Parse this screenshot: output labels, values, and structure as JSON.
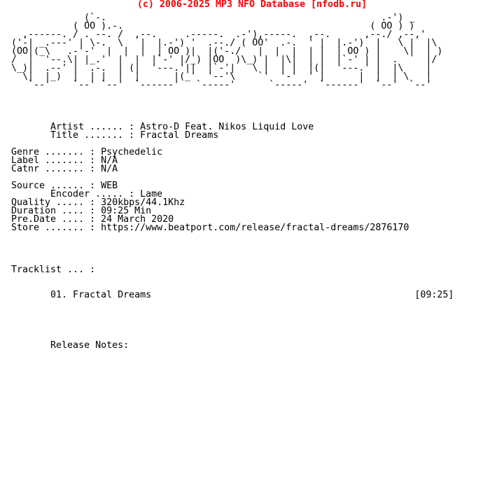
{
  "header": {
    "text": "(c) 2006-2025 MP3 NFO Database [nfodb.ru]",
    "color": "#ff0000"
  },
  "nfo_lines": [
    "             (`-.                                                 .-') _",
    "           ( OO ).-.                                            ( OO ) )",
    "  ,------. / . --. /  ,--.     .-----.  .-'),-----.  ,--.      ,--./ ,--,'",
    "('-| _.---' | \\-.  \\   |  |.-') '  .--./ ( OO'  .-.  ' |  |.-')  |   \\ |  |\\",
    "(OO|(_\\   .-'-'  |  |  |  | OO )|  |('-./   |  |  |  | |  | OO ) |    \\|  | )",
    "/  |  '--.\\| |_.'  |  |  |`-' |/_) |OO  )\\_) |  |\\|  | |  |`-' | |  .     |/",
    "\\_)|  .--' |  .-.  | (|  '---.'||  |`-'|   \\ |  | |  |(|  '---.' |  |\\    |",
    "  \\|  |_)  |  | |  |  |      |(_'  '--'\\    `'  '-'  ' |      |  |  | \\   |",
    "   `--'    `--' `--'  `------'   `-----'      `-----'  `------'  `--'  `--'",
    "",
    "",
    "",
    "",
    "       Artist ...... : Astro-D Feat. Nikos Liquid Love",
    "       Title ....... : Fractal Dreams",
    "",
    "Genre ....... : Psychedelic",
    "Label ....... : N/A",
    "Catnr ....... : N/A",
    "",
    "Source ...... : WEB",
    "       Encoder ..... : Lame",
    "Quality ..... : 320kbps/44.1Khz",
    "Duration .... : 09:25 Min",
    "Pre.Date .... : 24 March 2020",
    "Store ....... : https://www.beatport.com/release/fractal-dreams/2876170",
    "",
    "",
    "",
    "",
    "Tracklist ... :",
    "",
    "",
    "       01. Fractal Dreams                                               [09:25]",
    "",
    "",
    "",
    "",
    "",
    "       Release Notes:"
  ]
}
